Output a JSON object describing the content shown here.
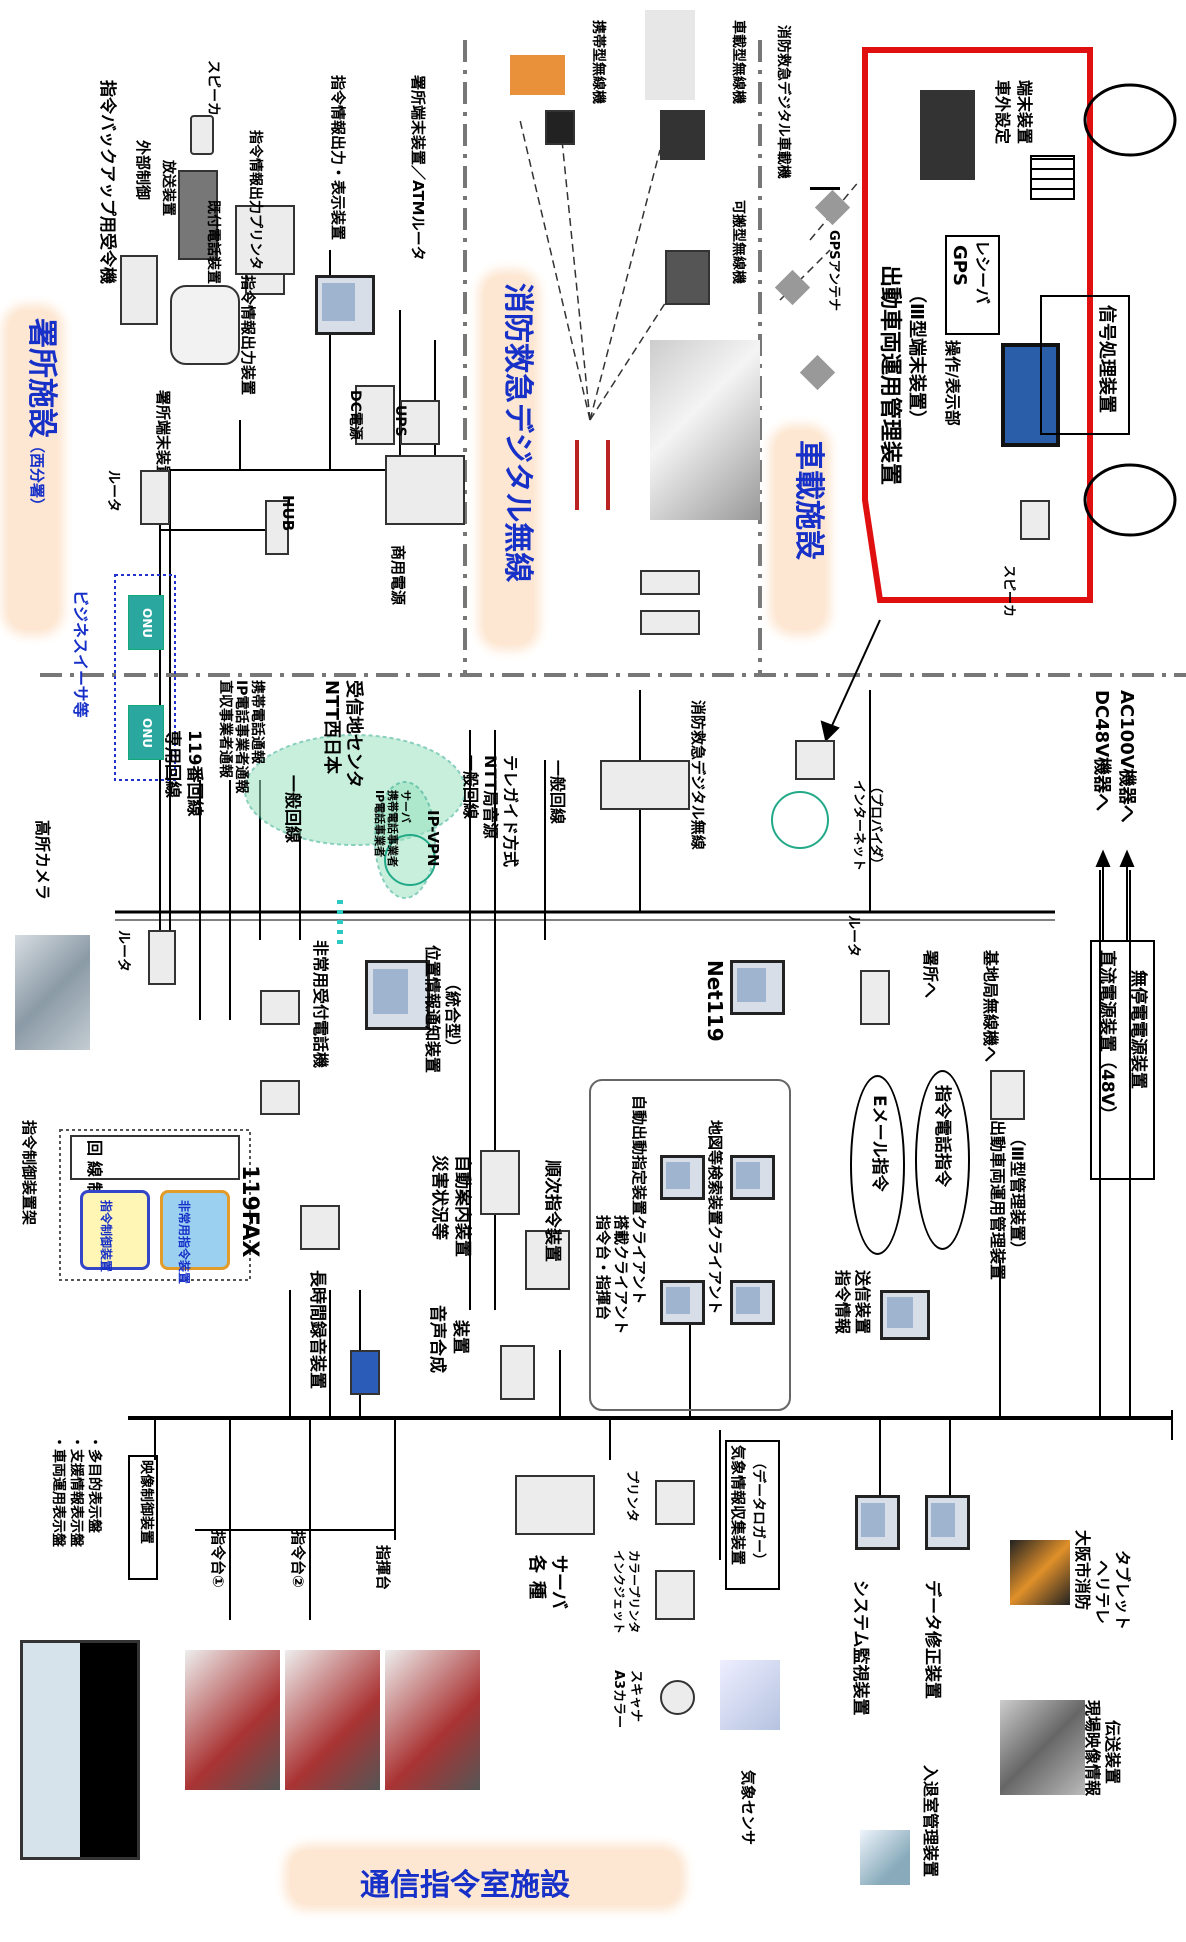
{
  "sections": {
    "station": {
      "title": "署所施設",
      "subtitle": "（西分署）"
    },
    "radio": {
      "title": "消防救急デジタル無線"
    },
    "vehicle": {
      "title": "車載施設"
    },
    "command": {
      "title": "通信指令室施設"
    }
  },
  "station": {
    "backup_receiver": "指令バックアップ用受令機",
    "speaker": "スピーカ",
    "ext_control": "外部制御",
    "broadcast": "放送装置",
    "attached_phone": "既付電話装置",
    "terminal": "署所端末装置",
    "cmd_printer": "指令情報出力プリンタ",
    "cmd_output": "指令情報出力装置",
    "cmd_output_display": "指令情報出力・表示装置",
    "station_atm": "署所端末装置／ATMルータ",
    "router": "ルータ",
    "hub": "HUB",
    "dc_power": "DC電源",
    "ups": "UPS",
    "commercial_power": "商用電源",
    "business_ether": "ビジネスイーサ等",
    "onu": "ONU"
  },
  "radio": {
    "portable": "携帯型無線機",
    "mobile_unit": "可搬型無線機",
    "vehicle_radio": "車載型無線機",
    "fire_digital": "消防救急デジタル無線",
    "digital_vehicle": "消防救急デジタル車載機",
    "gps_antenna": "GPSアンテナ"
  },
  "vehicle": {
    "mgmt": "出動車両運用管理装置",
    "mgmt_sub": "（Ⅲ型端末装置）",
    "op_display": "操作/表示部",
    "gps": "GPS",
    "gps_receiver": "レシーバ",
    "ext_setting": "車外設定",
    "ext_setting2": "端末装置",
    "signal": "信号処理装置",
    "speaker": "スピーカ"
  },
  "network": {
    "dedicated": "専用回線",
    "line119": "119番回線",
    "direct": "直収事業者通報",
    "ip_phone": "IP電話事業者通報",
    "mobile": "携帯電話通報",
    "general": "一般回線",
    "ntt": "NTT西日本",
    "ntt_center": "受信地センタ",
    "ip_server1": "IP電話事業者",
    "ip_server2": "携帯電話事業者",
    "ip_server3": "サーバ",
    "ipvpn": "IP-VPN",
    "general2": "一般回線",
    "ntt_station": "NTT局音源",
    "telegide": "テレガイド方式",
    "general3": "一般回線",
    "internet": "インターネット",
    "provider": "（プロバイダ）",
    "fire_digital": "消防救急デジタル無線"
  },
  "command": {
    "camera": "高所カメラ",
    "router": "ルータ",
    "line_control": "回線制御装置",
    "cmd_control_frame": "指令制御装置架",
    "cmd_control": "指令制御装置",
    "emergency_cmd": "非常用指令装置",
    "emergency_phone": "非常用受付電話機",
    "fax": "119FAX",
    "recorder": "長時間録音装置",
    "location": "位置情報通知装置",
    "location_sub": "（統合型）",
    "disaster1": "災害状況等",
    "disaster2": "自動案内装置",
    "sequential": "順次指令装置",
    "voice1": "音声合成",
    "voice2": "装置",
    "client1": "指令台・指揮台",
    "client2": "搭載クライアント",
    "client3": "自動出動指定装置クライアント",
    "client4": "地図等検索装置クライアント",
    "net119": "Net119",
    "router2": "ルータ",
    "to_station": "署所へ",
    "to_base": "基地局無線機へ",
    "email_cmd": "Eメール指令",
    "cmd_phone": "指令電話指令",
    "cmd_send1": "指令情報",
    "cmd_send2": "送信装置",
    "vehicle_mgmt": "出動車両運用管理装置",
    "vehicle_mgmt_sub": "（Ⅲ型管理装置）",
    "dc_power": "直流電源装置（48V）",
    "ups": "無停電電源装置",
    "dc48": "DC48V機器へ",
    "ac100": "AC100V機器へ",
    "displays": [
      "・車両運用表示盤",
      "・支援情報表示盤",
      "・多目的表示盤"
    ],
    "video_control": "映像制御装置",
    "console1": "指令台①",
    "console2": "指令台②",
    "console3": "指揮台",
    "servers": "各種",
    "servers2": "サーバ",
    "printer": "プリンタ",
    "inkjet": "インクジェット",
    "inkjet2": "カラープリンタ",
    "a3": "A3カラー",
    "a3b": "スキャナ",
    "weather": "気象情報収集装置",
    "weather_sub": "（データロガー）",
    "weather_sensor": "気象センサ",
    "sys_monitor": "システム監視装置",
    "data_fix": "データ修正装置",
    "entry": "入退室管理装置",
    "osaka1": "大阪市消防",
    "osaka2": "ヘリテレ",
    "osaka3": "タブレット",
    "field1": "現場映像情報",
    "field2": "伝送装置"
  },
  "colors": {
    "accent": "#1730c8",
    "vehicle_border": "#e01010",
    "header_bg": "#fde7d2",
    "onu": "#2aa8a0",
    "ntt": "#9be3c0"
  }
}
